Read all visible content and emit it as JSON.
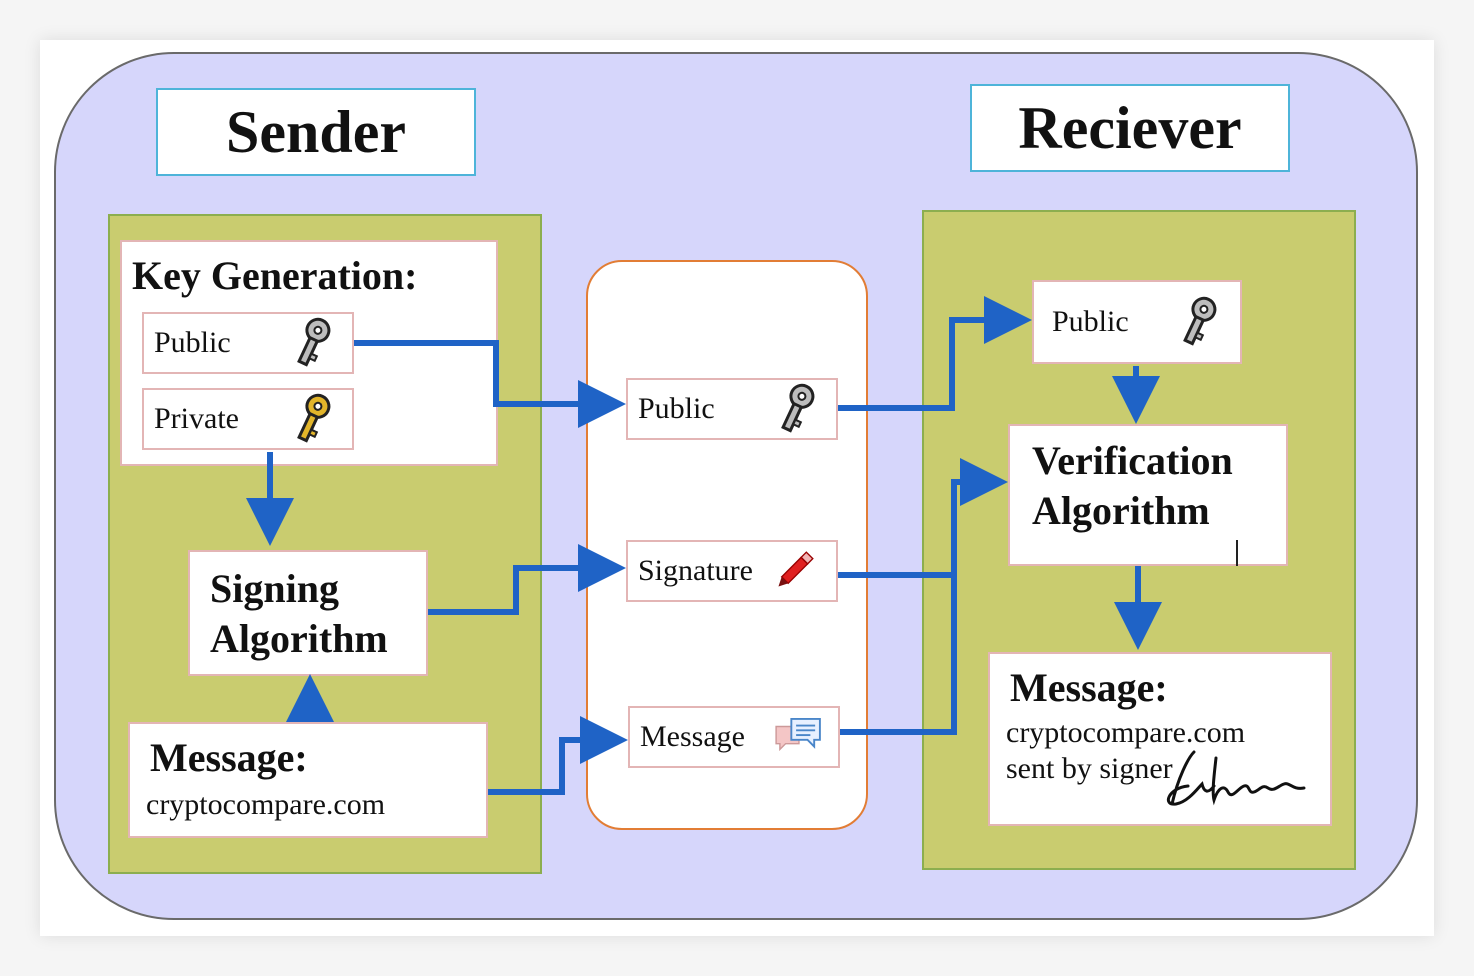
{
  "sender": {
    "title": "Sender",
    "key_generation": {
      "heading": "Key Generation:",
      "public_label": "Public",
      "private_label": "Private"
    },
    "signing_algorithm": {
      "line1": "Signing",
      "line2": "Algorithm"
    },
    "message": {
      "heading": "Message:",
      "text": "cryptocompare.com"
    }
  },
  "channel": {
    "public_label": "Public",
    "signature_label": "Signature",
    "message_label": "Message"
  },
  "receiver": {
    "title": "Reciever",
    "public_label": "Public",
    "verification_algorithm": {
      "line1": "Verification",
      "line2": "Algorithm"
    },
    "message": {
      "heading": "Message:",
      "line1": "cryptocompare.com",
      "line2": "sent by signer"
    }
  },
  "icons": {
    "public_key": "key-icon-gray",
    "private_key": "key-icon-gold",
    "signature": "pencil-icon",
    "message": "speech-bubbles-icon",
    "handwritten_signature": "signature-scribble"
  },
  "colors": {
    "background_panel": "#d6d6fb",
    "olive_region": "#c9cc6f",
    "arrow": "#1f63c6",
    "title_border": "#4eb4d9",
    "channel_border": "#e27d35",
    "box_border": "#e3b5b5"
  }
}
